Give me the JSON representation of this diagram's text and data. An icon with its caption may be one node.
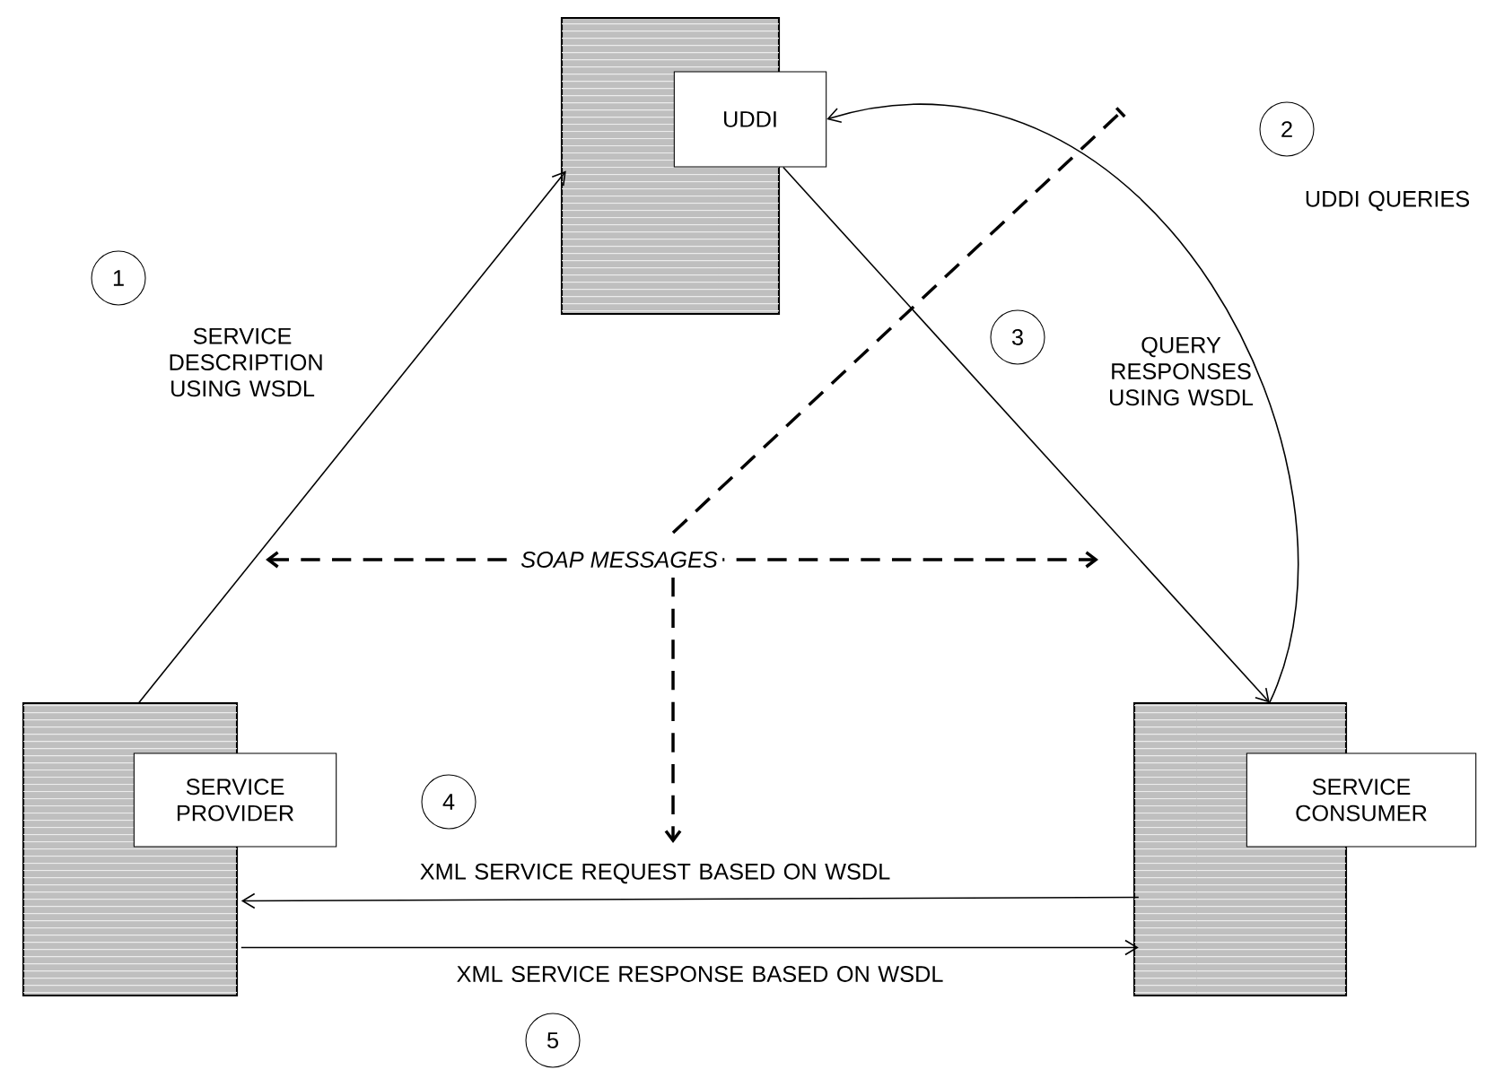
{
  "diagram": {
    "nodes": [
      {
        "text": [
          "UDDI"
        ]
      },
      {
        "text": [
          "2"
        ]
      },
      {
        "text": [
          "1"
        ]
      },
      {
        "text": [
          "3"
        ]
      },
      {
        "text": [
          "SERVICE PROVIDER"
        ]
      },
      {
        "text": [
          "4"
        ]
      },
      {
        "text": [
          "SERVICE CONSUMER"
        ]
      },
      {
        "text": [
          "5"
        ]
      }
    ],
    "edges": [
      {
        "from": 4,
        "to": 0,
        "arrow": "to",
        "label": "SERVICE DESCRIPTION USING WSDL"
      },
      {
        "from": 6,
        "to": 0,
        "arrow": "to"
      },
      {
        "from": 0,
        "to": 6,
        "arrow": "to"
      },
      {
        "from": 6,
        "to": 4,
        "arrow": "to",
        "label": "XML SERVICE REQUEST BASED ON WSDL"
      },
      {
        "from": 4,
        "to": 6,
        "arrow": "to",
        "label": "XML SERVICE RESPONSE BASED ON WSDL"
      }
    ],
    "labels": [
      "UDDI QUERIES",
      "QUERY RESPONSES USING WSDL",
      "SOAP MESSAGES"
    ]
  }
}
